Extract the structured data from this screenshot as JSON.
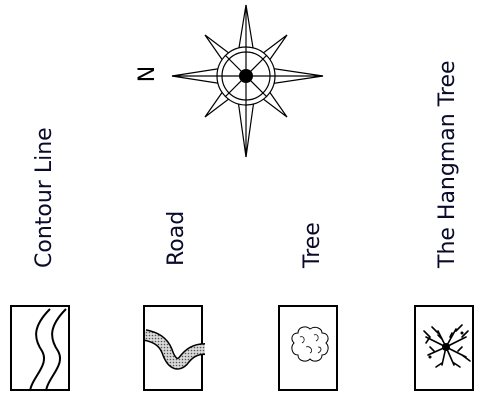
{
  "north_label": "N",
  "legend": {
    "contour_line": "Contour Line",
    "road": "Road",
    "tree": "Tree",
    "hangman_tree": "The Hangman Tree"
  },
  "colors": {
    "text": "#0a0a2a",
    "road_fill": "#b5b5b5",
    "stroke": "#000000"
  }
}
